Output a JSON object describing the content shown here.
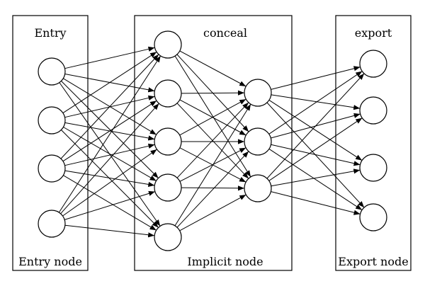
{
  "sections": {
    "input": {
      "title": "Entry",
      "footer": "Entry node"
    },
    "hidden": {
      "title": "conceal",
      "footer": "Implicit node"
    },
    "output": {
      "title": "export",
      "footer": "Export node"
    }
  },
  "layers": {
    "input_count": 4,
    "hidden1_count": 5,
    "hidden2_count": 3,
    "output_count": 4
  },
  "connections": "fully-connected"
}
